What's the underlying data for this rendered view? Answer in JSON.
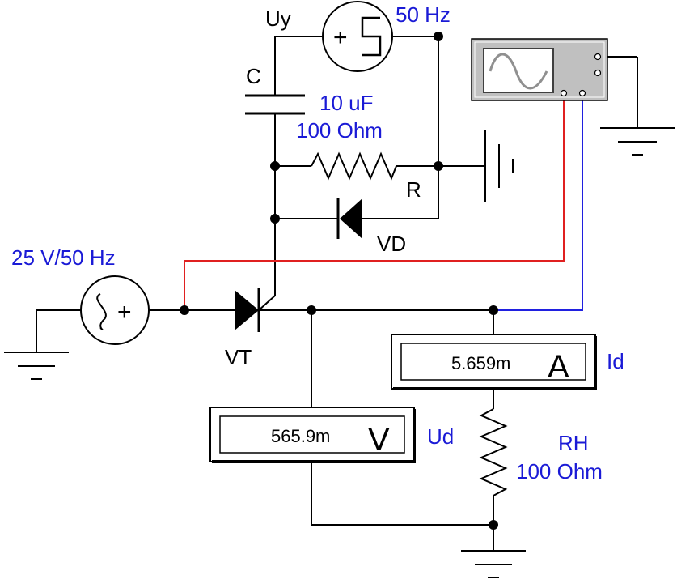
{
  "labels": {
    "uy": "Uy",
    "uy_freq": "50 Hz",
    "c": "C",
    "c_value": "10 uF",
    "r_value": "100  Ohm",
    "r": "R",
    "vd": "VD",
    "vt": "VT",
    "source": "25 V/50 Hz",
    "ud": "Ud",
    "id": "Id",
    "rh": "RH",
    "rh_value": "100  Ohm"
  },
  "voltmeter": {
    "reading": "565.9m",
    "unit": "V"
  },
  "ammeter": {
    "reading": "5.659m",
    "unit": "A"
  },
  "colors": {
    "label_blue": "#1a1ad6",
    "probe_red": "#e02020",
    "probe_blue": "#2020e0",
    "scope_body": "#c0c0c0",
    "scope_screen": "#ffffff",
    "scope_trace": "#909090"
  }
}
